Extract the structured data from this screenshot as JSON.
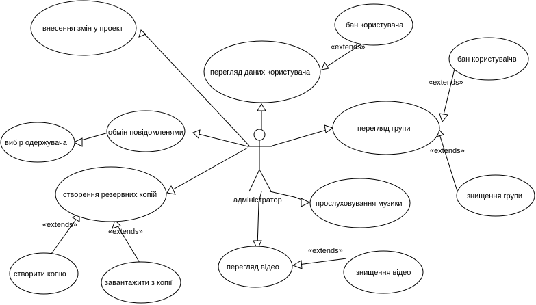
{
  "diagram": {
    "actor": {
      "label": "адміністратор"
    },
    "use_cases": {
      "project": "внесення змін у проект",
      "view_user": "перегляд даних користувача",
      "ban_user": "бан користувача",
      "ban_users": "бан користуваічв",
      "view_group": "перегляд групи",
      "destroy_group": "знищення групи",
      "messages": "обмін повідомленями",
      "choose_recipient": "вибір одержувача",
      "backups": "створення резервних копій",
      "make_copy": "створити копію",
      "load_copy": "завантажити з копії",
      "music": "прослуховування музики",
      "view_video": "перегляд відео",
      "destroy_video": "знищення відео"
    },
    "stereotype": "«extends»"
  }
}
